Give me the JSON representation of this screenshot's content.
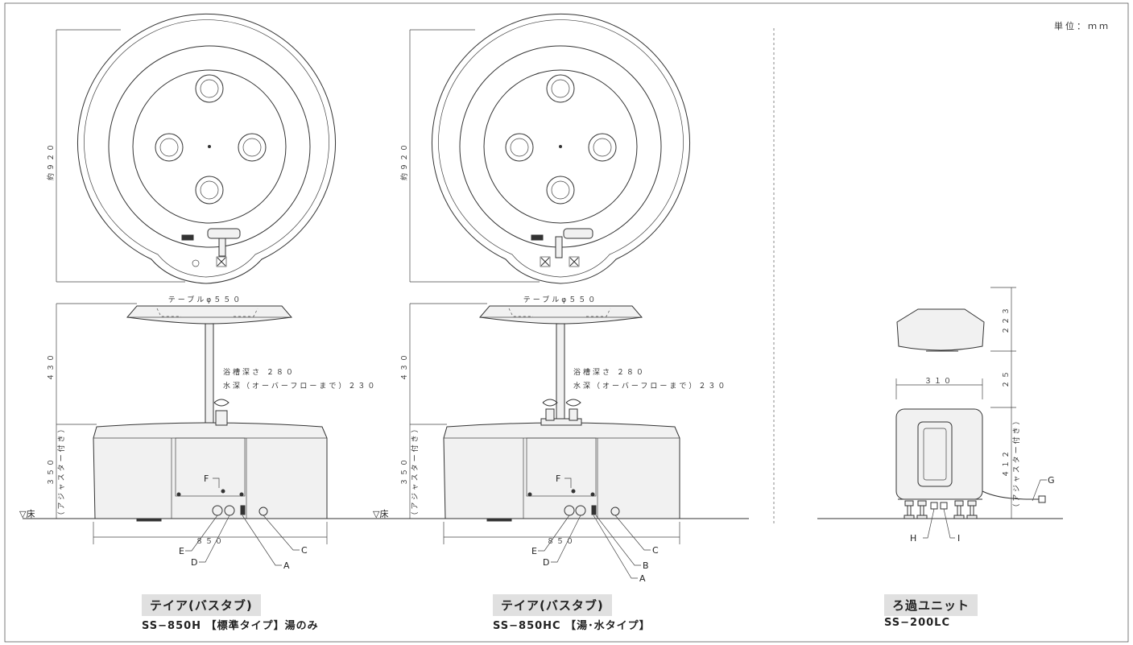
{
  "unit_label": "単位：ｍｍ",
  "floor_label": "▽床",
  "dims": {
    "diameter": "約９２０",
    "table": "テーブルφ５５０",
    "table_height": "４３０",
    "tub_height": "３５０",
    "adjuster": "（アジャスター付き）",
    "width": "８５０",
    "depth_note": "浴槽深さ ２８０",
    "water_note": "水深（オーバーフローまで）２３０",
    "filter_top": "２２３",
    "filter_gap": "２５",
    "filter_width": "３１０",
    "filter_height": "４１２"
  },
  "labels": {
    "A": "A",
    "B": "B",
    "C": "C",
    "D": "D",
    "E": "E",
    "F": "F",
    "G": "G",
    "H": "H",
    "I": "I"
  },
  "products": [
    {
      "title": "テイア(バスタブ)",
      "model": "SS−850H 【標準タイプ】湯のみ"
    },
    {
      "title": "テイア(バスタブ)",
      "model": "SS−850HC 【湯･水タイプ】"
    },
    {
      "title": "ろ過ユニット",
      "model": "SS−200LC"
    }
  ]
}
